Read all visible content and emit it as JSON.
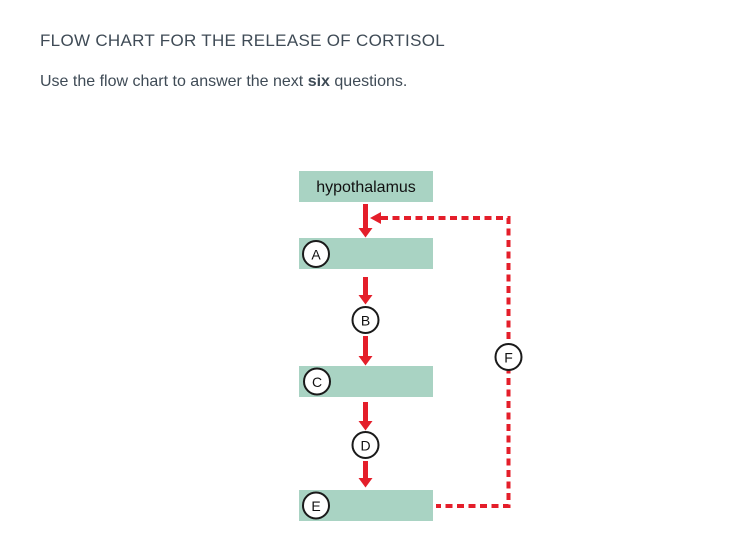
{
  "header": {
    "title": "FLOW CHART FOR THE RELEASE OF CORTISOL",
    "instruction": {
      "prefix": "Use the flow chart to answer the next",
      "bold": "six",
      "suffix": "questions."
    }
  },
  "colors": {
    "box-fill": "#a9d3c3",
    "arrow-red": "#e41e2a",
    "heading-text": "#3f4b56",
    "node-stroke": "#1a1a1a",
    "diagram-text": "#111111"
  },
  "chart_data": {
    "type": "flowchart",
    "title": "FLOW CHART FOR THE RELEASE OF CORTISOL",
    "nodes": [
      {
        "id": "hypothalamus",
        "label": "hypothalamus",
        "kind": "labeled-box"
      },
      {
        "id": "A",
        "label": "A",
        "kind": "blank-box"
      },
      {
        "id": "B",
        "label": "B",
        "kind": "circle-between-arrows"
      },
      {
        "id": "C",
        "label": "C",
        "kind": "blank-box"
      },
      {
        "id": "D",
        "label": "D",
        "kind": "circle-between-arrows"
      },
      {
        "id": "E",
        "label": "E",
        "kind": "blank-box"
      },
      {
        "id": "F",
        "label": "F",
        "kind": "circle-on-dashed-feedback-line"
      }
    ],
    "edges": [
      {
        "from": "hypothalamus",
        "to": "A",
        "style": "solid-red-arrow"
      },
      {
        "from": "A",
        "to": "B",
        "style": "solid-red-arrow"
      },
      {
        "from": "B",
        "to": "C",
        "style": "solid-red-arrow"
      },
      {
        "from": "C",
        "to": "D",
        "style": "solid-red-arrow"
      },
      {
        "from": "D",
        "to": "E",
        "style": "solid-red-arrow"
      },
      {
        "from": "E",
        "to": "hypothalamus-A-arrow",
        "style": "dashed-red-feedback-arrow",
        "via": "F"
      }
    ]
  }
}
